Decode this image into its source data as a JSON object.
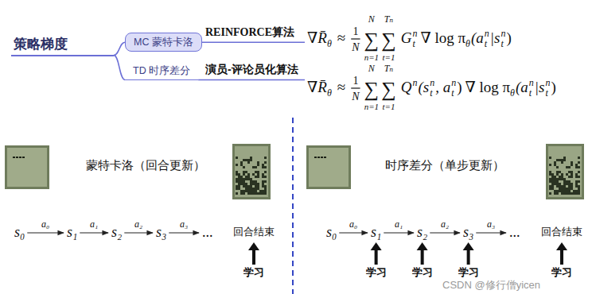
{
  "diagram": {
    "nodes": [
      {
        "text": [
          "策略梯度"
        ]
      },
      {
        "text": [
          "MC 蒙特卡洛"
        ]
      },
      {
        "text": [
          "TD 时序差分"
        ]
      }
    ],
    "edges": [
      {
        "from": 0,
        "to": 1,
        "arrow": "none"
      },
      {
        "from": 0,
        "to": 2,
        "arrow": "none"
      }
    ],
    "labels": [
      "REINFORCE算法",
      "演员-评论员化算法",
      "∇",
      "R̄",
      "θ",
      "≈",
      "1",
      "N",
      "N",
      "∑",
      "n=1",
      "Tₙ",
      "∑",
      "t=1",
      "G",
      "n",
      "t",
      "∇ log π",
      "θ",
      "(a",
      "n",
      "t",
      "|s",
      "n",
      "t",
      ")",
      "∇",
      "R̄",
      "θ",
      "≈",
      "1",
      "N",
      "N",
      "∑",
      "n=1",
      "Tₙ",
      "∑",
      "t=1",
      "Q",
      "n",
      "(s",
      "n",
      "t",
      ", a",
      "n",
      "t",
      ")",
      "∇ log π",
      "θ",
      "(a",
      "n",
      "t",
      "|s",
      "n",
      "t",
      ")",
      "蒙特卡洛（回合更新）",
      "s₀",
      "a₀",
      "s₁",
      "a₁",
      "s₂",
      "a₂",
      "s₃",
      "a₃",
      "...",
      "回合结束",
      "学习",
      "时序差分（单步更新）",
      "s₀",
      "a₀",
      "s₁",
      "a₁",
      "s₂",
      "a₂",
      "s₃",
      "a₃",
      "...",
      "回合结束",
      "学习",
      "学习",
      "学习",
      "学习",
      "CSDN @修行僧yicen"
    ]
  }
}
